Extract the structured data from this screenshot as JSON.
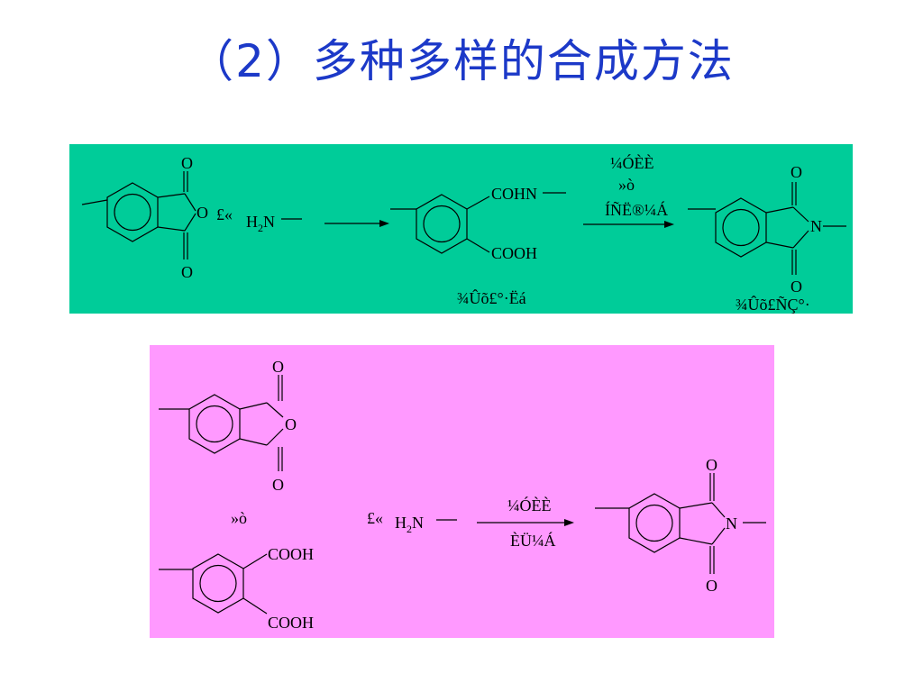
{
  "title": "（2）多种多样的合成方法",
  "colors": {
    "title": "#1c39c8",
    "panel_top": "#00cc99",
    "panel_bottom": "#ff99ff",
    "ink": "#000000"
  },
  "top_scheme": {
    "anhydride_o_top": "O",
    "anhydride_o_ring": "O",
    "anhydride_o_bottom": "O",
    "plus": "£«",
    "amine": "H",
    "amine_sub": "2",
    "amine_n": "N",
    "intermediate_group_top": "COHN",
    "intermediate_group_bottom": "COOH",
    "intermediate_caption": "¾Ûõ£°·Ëá",
    "conditions_line1": "¼ÓÈÈ",
    "conditions_line2": "»ò",
    "conditions_line3": "ÍÑË®¼Á",
    "product_o_top": "O",
    "product_n": "N",
    "product_o_bottom": "O",
    "product_caption": "¾Ûõ£ÑÇ°·"
  },
  "bottom_scheme": {
    "anhydride_o_top": "O",
    "anhydride_o_ring": "O",
    "anhydride_o_bottom": "O",
    "or_label": "»ò",
    "acid_group_top": "COOH",
    "acid_group_bottom": "COOH",
    "plus": "£«",
    "amine": "H",
    "amine_sub": "2",
    "amine_n": "N",
    "conditions_top": "¼ÓÈÈ",
    "conditions_bottom": "ÈÜ¼Á",
    "product_o_top": "O",
    "product_n": "N",
    "product_o_bottom": "O"
  }
}
